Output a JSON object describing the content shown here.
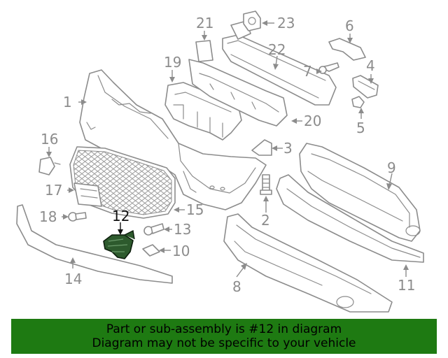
{
  "diagram": {
    "highlighted_part": "12",
    "labels": [
      "1",
      "2",
      "3",
      "4",
      "5",
      "6",
      "7",
      "8",
      "9",
      "10",
      "11",
      "12",
      "13",
      "14",
      "15",
      "16",
      "17",
      "18",
      "19",
      "20",
      "21",
      "22",
      "23"
    ]
  },
  "banner": {
    "line1": "Part or sub-assembly is #12 in diagram",
    "line2": "Diagram may not be specific to your vehicle",
    "color": "#1e7a12"
  },
  "colors": {
    "line": "#8c8c8c",
    "highlight_part": "#2d5a2d",
    "highlight_label": "#111111"
  }
}
